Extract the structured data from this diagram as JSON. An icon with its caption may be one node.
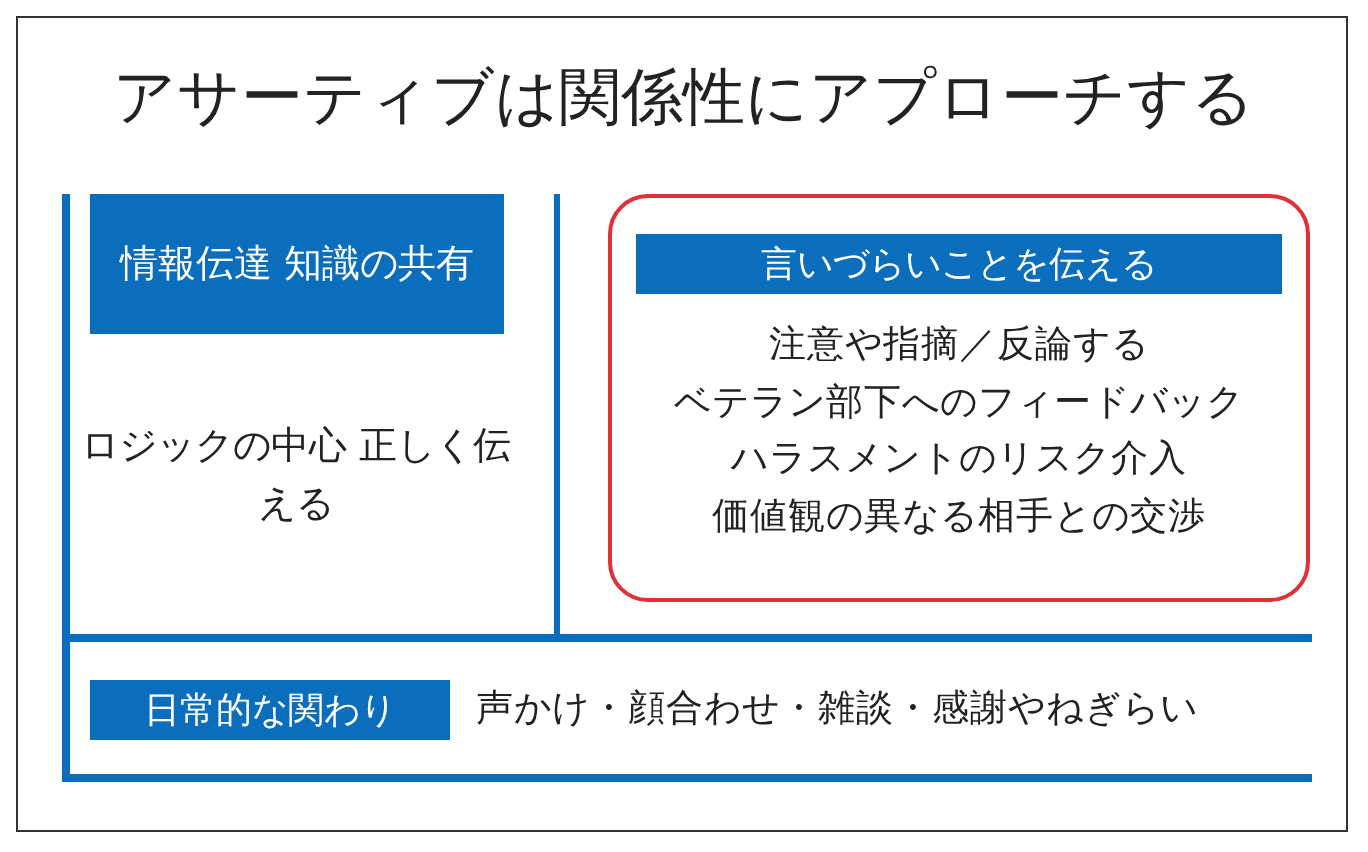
{
  "diagram": {
    "title": "アサーティブは関係性にアプローチする",
    "nodes": [
      {
        "text": [
          "情報伝達 知識の共有",
          "ロジックの中心 正しく伝える"
        ]
      },
      {
        "text": [
          "言いづらいことを伝える",
          "注意や指摘／反論する",
          "ベテラン部下へのフィードバック",
          "ハラスメントのリスク介入",
          "価値観の異なる相手との交渉"
        ]
      },
      {
        "text": [
          "日常的な関わり",
          "声かけ・顔合わせ・雑談・感謝やねぎらい"
        ]
      }
    ],
    "edges": []
  }
}
